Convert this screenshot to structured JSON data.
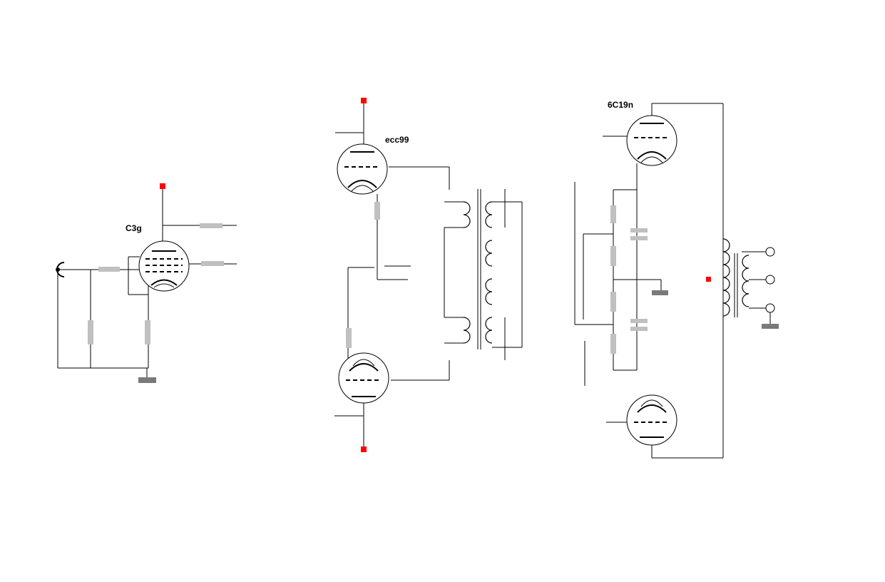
{
  "labels": {
    "tube1": "C3g",
    "tube2": "ecc99",
    "tube3": "6C19n"
  },
  "colors": {
    "wire": "#000000",
    "resistor": "#c0c0c0",
    "ground": "#7a7a7a",
    "supply_node": "#ff0000"
  }
}
